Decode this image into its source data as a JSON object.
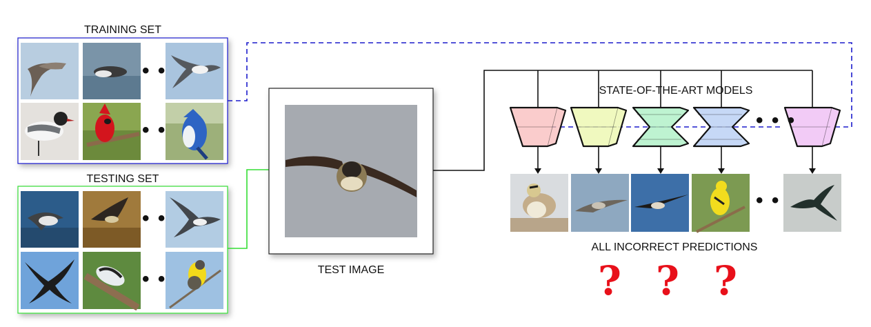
{
  "training_set": {
    "title": "TRAINING SET",
    "border_color": "#1a1acc"
  },
  "testing_set": {
    "title": "TESTING SET",
    "border_color": "#33dd33"
  },
  "test_image": {
    "caption": "TEST IMAGE"
  },
  "models": {
    "title": "STATE-OF-THE-ART MODELS",
    "colors": [
      "#f9c7c7",
      "#eef8b8",
      "#b7f2cc",
      "#c0d4f5",
      "#f1c5f5"
    ],
    "ellipsis": "• • •"
  },
  "predictions": {
    "title": "ALL INCORRECT PREDICTIONS",
    "marks": [
      "?",
      "?",
      "?"
    ],
    "ellipsis": "• • •"
  },
  "grid_ellipsis": "• • •"
}
